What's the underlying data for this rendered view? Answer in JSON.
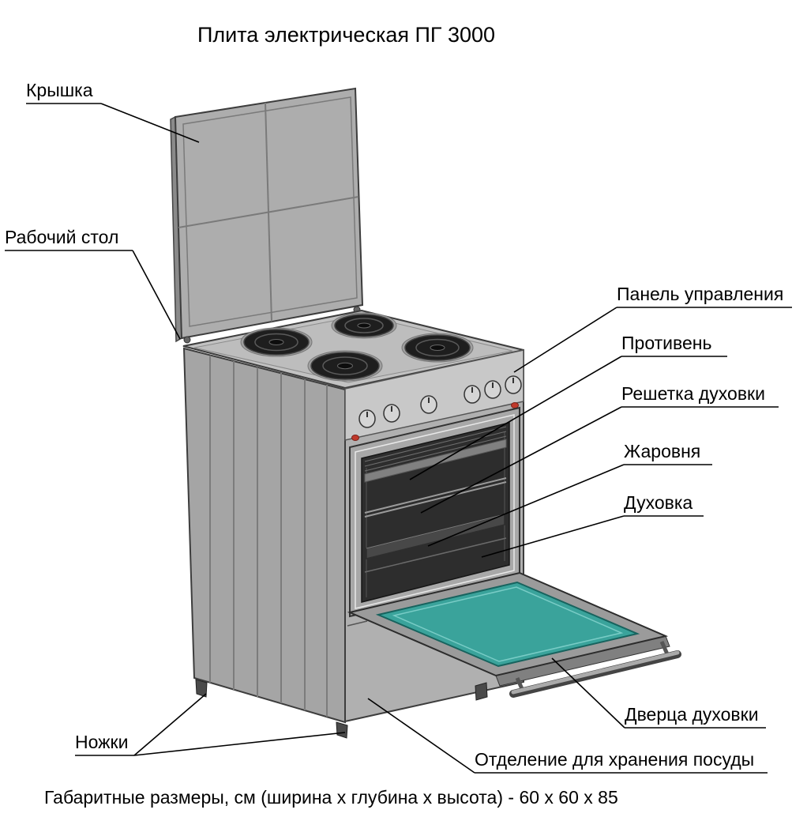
{
  "title": "Плита электрическая ПГ 3000",
  "footer": "Габаритные размеры, см (ширина x глубина x высота) - 60 x 60 x 85",
  "labels": {
    "lid": "Крышка",
    "worktop": "Рабочий стол",
    "control_panel": "Панель управления",
    "baking_tray": "Противень",
    "oven_rack": "Решетка духовки",
    "roasting_pan": "Жаровня",
    "oven": "Духовка",
    "oven_door": "Дверца духовки",
    "storage": "Отделение для хранения посуды",
    "legs": "Ножки"
  },
  "colors": {
    "body_grey": "#b0b0b0",
    "lid_grey": "#adadad",
    "cooktop_grey": "#c2c2c2",
    "oven_interior": "#2d2d2d",
    "door_glass_teal": "#3aa39b",
    "line_black": "#000000",
    "background": "#ffffff"
  }
}
